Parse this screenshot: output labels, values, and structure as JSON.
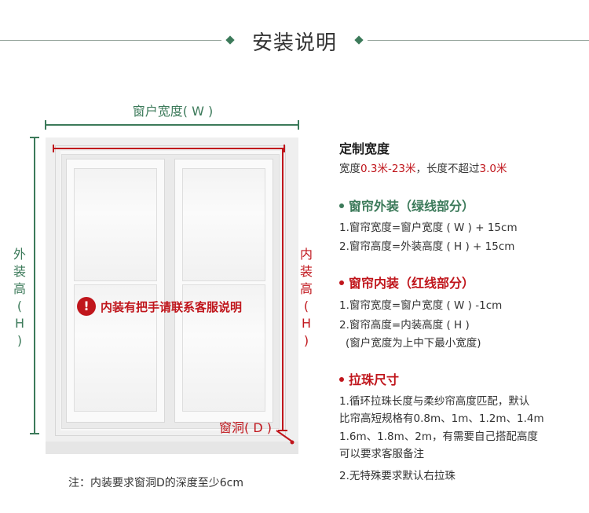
{
  "header": {
    "title": "安装说明"
  },
  "diagram": {
    "width_label": "窗户宽度( W )",
    "outer_height_label": [
      "外",
      "装",
      "高",
      "(",
      "H",
      ")"
    ],
    "inner_height_label": [
      "内",
      "装",
      "高",
      "(",
      "H",
      ")"
    ],
    "notice": "内装有把手请联系客服说明",
    "recess_label": "窗洞( D )",
    "note": "注：内装要求窗洞D的深度至少6cm"
  },
  "custom_width": {
    "heading": "定制宽度",
    "line_prefix": "宽度",
    "range": "0.3米-23米",
    "line_mid": "，长度不超过",
    "max_length": "3.0米"
  },
  "outside_mount": {
    "heading": "窗帘外装（绿线部分）",
    "items": [
      "1.窗帘宽度=窗户宽度 ( W ) + 15cm",
      "2.窗帘高度=外装高度 ( H ) + 15cm"
    ]
  },
  "inside_mount": {
    "heading": "窗帘内装（红线部分）",
    "items": [
      "1.窗帘宽度=窗户宽度 ( W ) -1cm",
      "2.窗帘高度=内装高度 ( H )",
      " (窗户宽度为上中下最小宽度)"
    ]
  },
  "bead_chain": {
    "heading": "拉珠尺寸",
    "lines": [
      "1.循环拉珠长度与柔纱帘高度匹配，默认",
      "比帘高短规格有0.8m、1m、1.2m、1.4m",
      "1.6m、1.8m、2m，有需要自己搭配高度",
      "可以要求客服备注"
    ],
    "line2": "2.无特殊要求默认右拉珠"
  },
  "colors": {
    "green": "#3c7a5a",
    "red": "#c0161c"
  }
}
